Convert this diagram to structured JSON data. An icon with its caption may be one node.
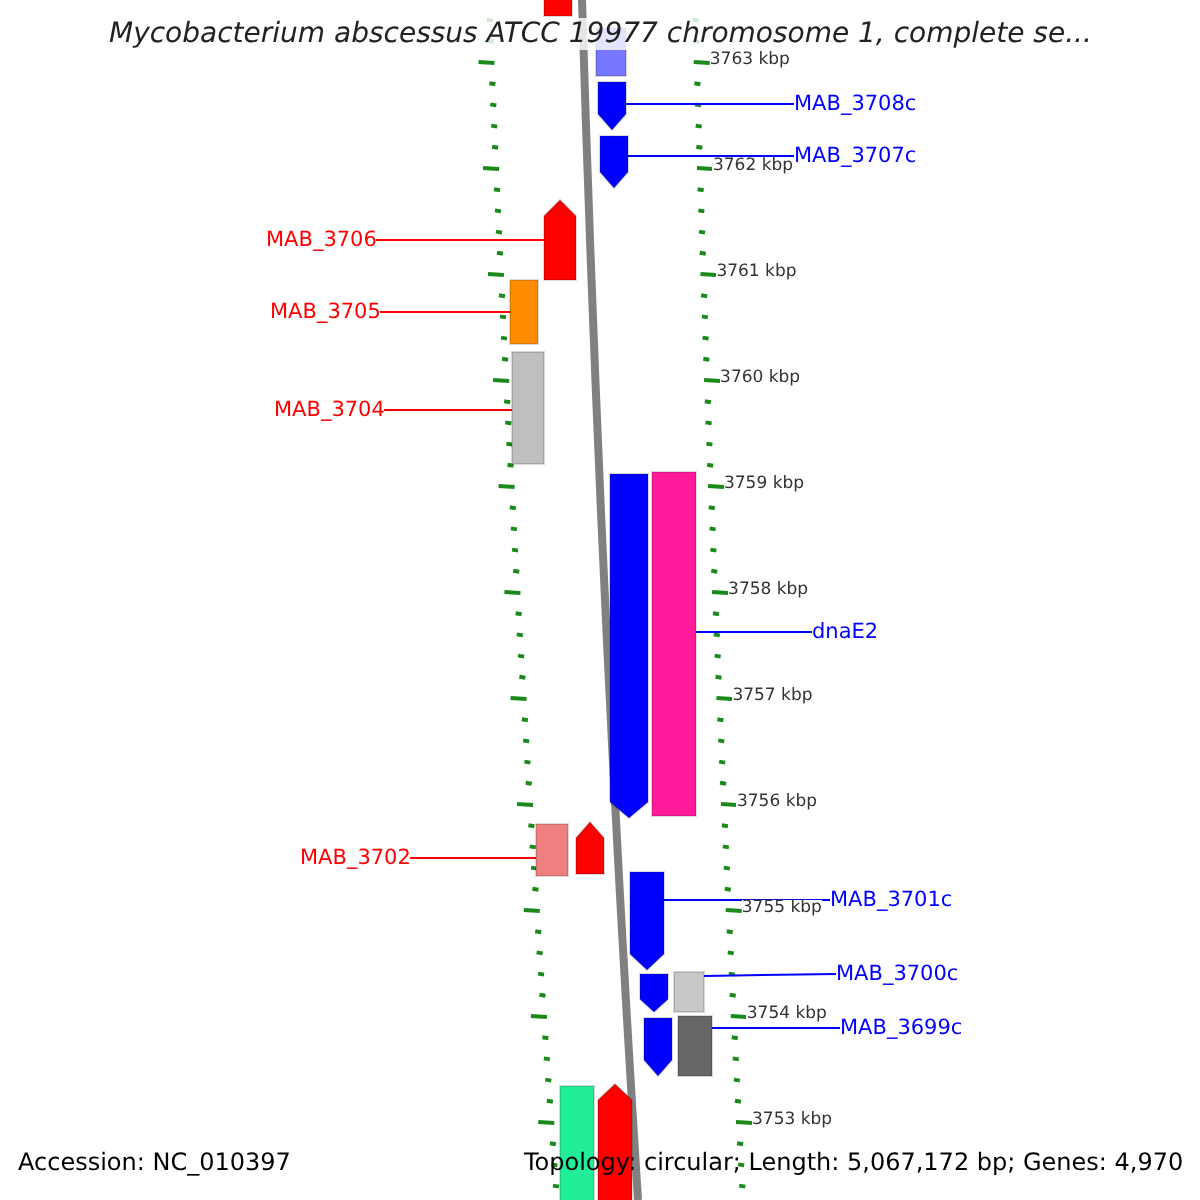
{
  "diagram": {
    "title": "Mycobacterium abscessus ATCC 19977 chromosome 1, complete se...",
    "nodes": [
      {
        "text": [],
        "shape": "box"
      },
      {
        "text": [],
        "shape": "box"
      },
      {
        "text": [
          "MAB_3708c"
        ]
      },
      {
        "text": [],
        "shape": "arrow"
      },
      {
        "text": [
          "MAB_3707c"
        ]
      },
      {
        "text": [],
        "shape": "arrow"
      },
      {
        "text": [
          "MAB_3706"
        ]
      },
      {
        "text": [],
        "shape": "arrow"
      },
      {
        "text": [
          "MAB_3705"
        ]
      },
      {
        "text": [],
        "shape": "box"
      },
      {
        "text": [
          "MAB_3704"
        ]
      },
      {
        "text": [],
        "shape": "box"
      },
      {
        "text": [],
        "shape": "arrow"
      },
      {
        "text": [],
        "shape": "box"
      },
      {
        "text": [
          "dnaE2"
        ]
      },
      {
        "text": [
          "MAB_3702"
        ]
      },
      {
        "text": [],
        "shape": "box"
      },
      {
        "text": [],
        "shape": "arrow"
      },
      {
        "text": [
          "MAB_3701c"
        ]
      },
      {
        "text": [],
        "shape": "arrow"
      },
      {
        "text": [],
        "shape": "arrow"
      },
      {
        "text": [
          "MAB_3700c"
        ]
      },
      {
        "text": [],
        "shape": "box"
      },
      {
        "text": [],
        "shape": "arrow"
      },
      {
        "text": [
          "MAB_3699c"
        ]
      },
      {
        "text": [],
        "shape": "box"
      },
      {
        "text": [],
        "shape": "box"
      },
      {
        "text": [],
        "shape": "arrow"
      }
    ],
    "edges": [
      {
        "from": 2,
        "to": 3,
        "arrow": "none"
      },
      {
        "from": 4,
        "to": 5,
        "arrow": "none"
      },
      {
        "from": 6,
        "to": 7,
        "arrow": "none",
        "color": "#ff0000"
      },
      {
        "from": 8,
        "to": 9,
        "arrow": "none",
        "color": "#ff0000"
      },
      {
        "from": 10,
        "to": 11,
        "arrow": "none",
        "color": "#ff0000"
      },
      {
        "from": 14,
        "to": 13,
        "arrow": "none"
      },
      {
        "from": 15,
        "to": 16,
        "arrow": "none",
        "color": "#ff0000"
      },
      {
        "from": 18,
        "to": 19,
        "arrow": "none"
      },
      {
        "from": 21,
        "to": 22,
        "arrow": "none"
      },
      {
        "from": 24,
        "to": 25,
        "arrow": "none"
      }
    ],
    "labels": [
      "3763 kbp",
      "3762 kbp",
      "3761 kbp",
      "3760 kbp",
      "3759 kbp",
      "3758 kbp",
      "3757 kbp",
      "3756 kbp",
      "3755 kbp",
      "3754 kbp",
      "3753 kbp",
      "Accession: NC_010397",
      "Topology: circular; Length: 5,067,172 bp; Genes: 4,970"
    ]
  }
}
